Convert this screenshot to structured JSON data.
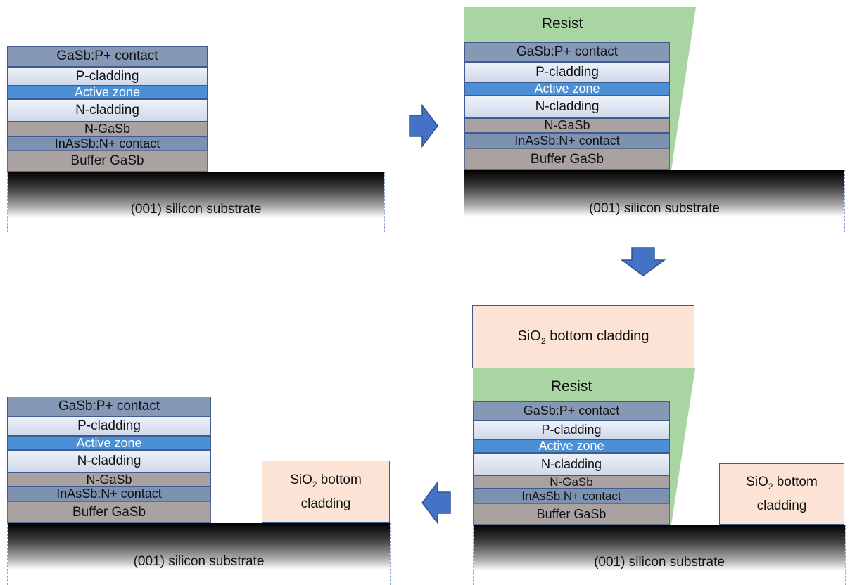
{
  "layers": {
    "contact_top": "GaSb:P+ contact",
    "p_cladding": "P-cladding",
    "active": "Active zone",
    "n_cladding": "N-cladding",
    "n_gasb": "N-GaSb",
    "contact_bottom": "InAsSb:N+ contact",
    "buffer": "Buffer GaSb"
  },
  "substrate_label": "(001) silicon substrate",
  "resist_label": "Resist",
  "sio2": {
    "prefix": "SiO",
    "subscript": "2",
    "full_suffix": " bottom cladding",
    "small_line1_suffix": " bottom",
    "small_line2": "cladding"
  },
  "colors": {
    "contact": "#8598b5",
    "cladding": "#dfe6f2",
    "active": "#4b90d6",
    "n_gasb": "#a9a2a0",
    "resist": "#a8d5a2",
    "sio2": "#fbe4d6",
    "arrow": "#4472c4"
  }
}
